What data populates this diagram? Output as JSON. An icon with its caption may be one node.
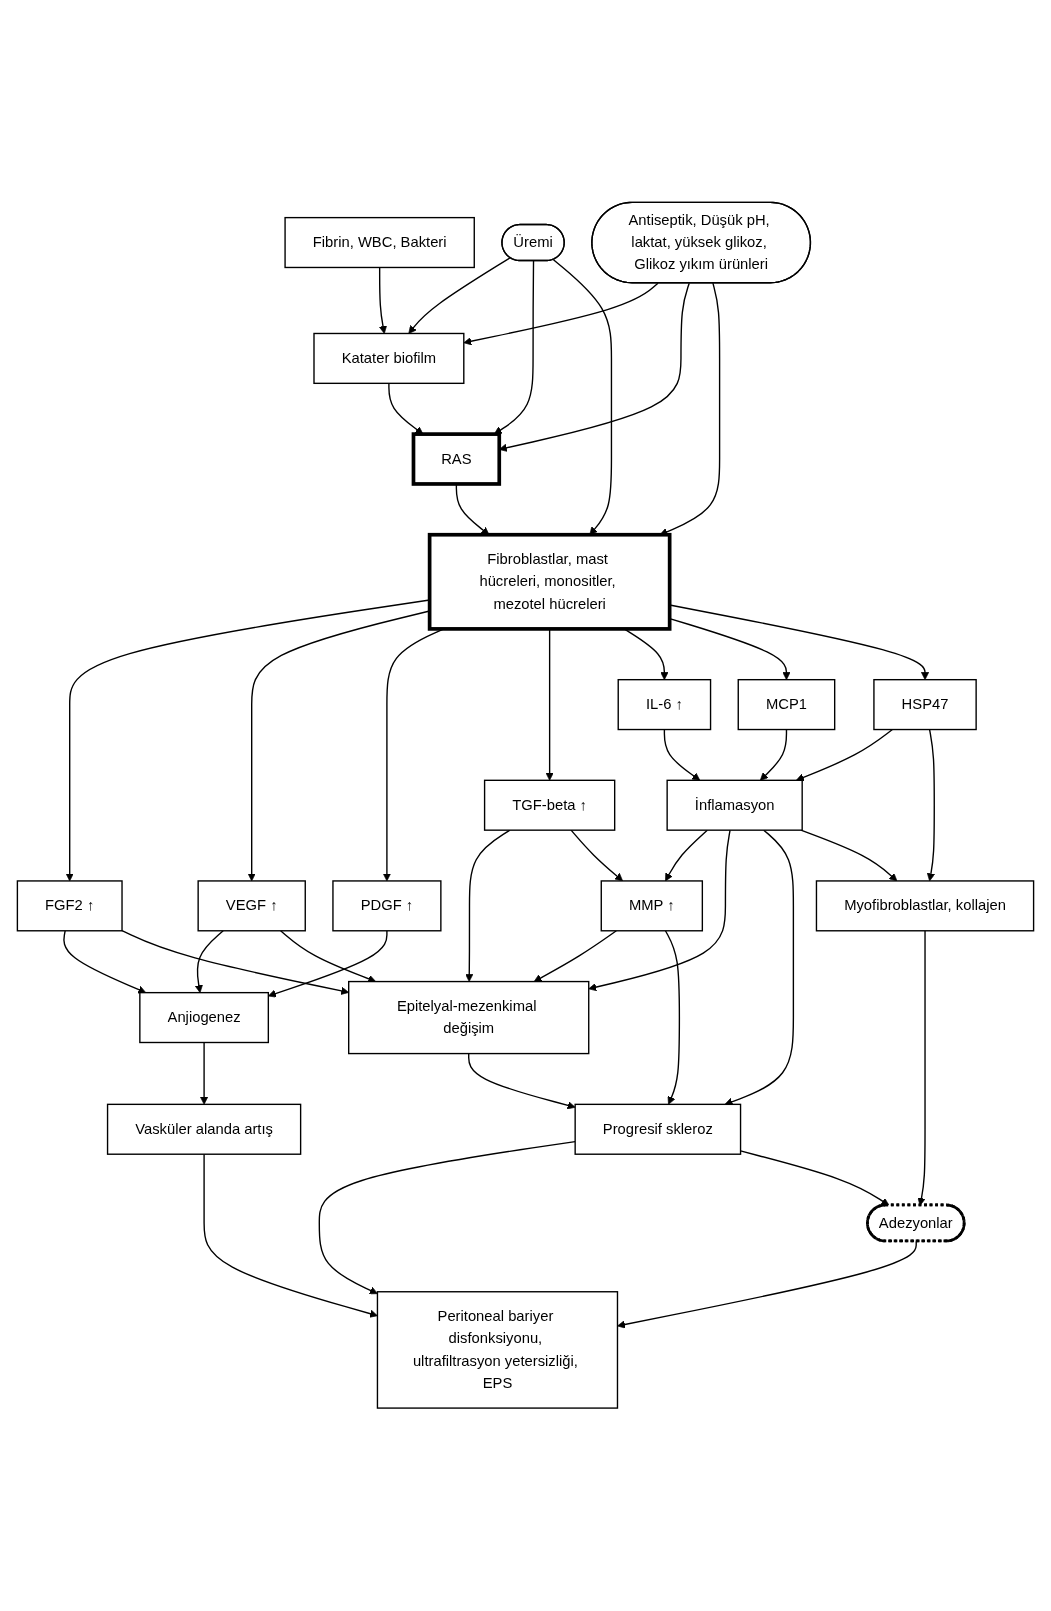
{
  "diagram": {
    "nodes": [
      {
        "text": [
          "Fibrin, WBC, Bakteri"
        ]
      },
      {
        "text": [
          "Katater biofilm"
        ]
      },
      {
        "text": [
          "Üremi"
        ]
      },
      {
        "text": [
          "Antiseptik, Düşük pH, laktat, yüksek glikoz, Glikoz yıkım ürünleri"
        ]
      },
      {
        "text": [
          "RAS"
        ]
      },
      {
        "text": [
          "Fibroblastlar, mast hücreleri, monositler, mezotel hücreleri"
        ]
      },
      {
        "text": [
          "FGF2 ↑"
        ]
      },
      {
        "text": [
          "TGF-beta ↑"
        ]
      },
      {
        "text": [
          "VEGF ↑"
        ]
      },
      {
        "text": [
          "IL-6 ↑"
        ]
      },
      {
        "text": [
          "PDGF ↑"
        ]
      },
      {
        "text": [
          "MCP1"
        ]
      },
      {
        "text": [
          "MMP ↑"
        ]
      },
      {
        "text": [
          "HSP47"
        ]
      },
      {
        "text": [
          "Anjiogenez"
        ]
      },
      {
        "text": [
          "Epitelyal-mezenkimal değişim"
        ]
      },
      {
        "text": [
          "İnflamasyon"
        ]
      },
      {
        "text": [
          "Vasküler alanda artış"
        ]
      },
      {
        "text": [
          "Progresif skleroz"
        ]
      },
      {
        "text": [
          "Myofibroblastlar, kollajen"
        ]
      },
      {
        "text": [
          "Adezyonlar"
        ]
      },
      {
        "text": [
          "Peritoneal bariyer disfonksiyonu, ultrafiltrasyon yetersizliği, EPS"
        ]
      }
    ],
    "edges": [
      {
        "from": 0,
        "to": 1,
        "arrow": "to"
      },
      {
        "from": 2,
        "to": 1,
        "arrow": "to"
      },
      {
        "from": 3,
        "to": 1,
        "arrow": "to"
      },
      {
        "from": 1,
        "to": 4,
        "arrow": "to"
      },
      {
        "from": 2,
        "to": 4,
        "arrow": "to"
      },
      {
        "from": 3,
        "to": 4,
        "arrow": "to"
      },
      {
        "from": 2,
        "to": 5,
        "arrow": "to"
      },
      {
        "from": 4,
        "to": 5,
        "arrow": "to"
      },
      {
        "from": 3,
        "to": 5,
        "arrow": "to"
      },
      {
        "from": 5,
        "to": 6,
        "arrow": "to"
      },
      {
        "from": 5,
        "to": 8,
        "arrow": "to"
      },
      {
        "from": 5,
        "to": 10,
        "arrow": "to"
      },
      {
        "from": 5,
        "to": 7,
        "arrow": "to"
      },
      {
        "from": 5,
        "to": 9,
        "arrow": "to"
      },
      {
        "from": 5,
        "to": 11,
        "arrow": "to"
      },
      {
        "from": 5,
        "to": 13,
        "arrow": "to"
      },
      {
        "from": 10,
        "to": 14,
        "arrow": "to"
      },
      {
        "from": 8,
        "to": 14,
        "arrow": "to"
      },
      {
        "from": 8,
        "to": 15,
        "arrow": "to"
      },
      {
        "from": 6,
        "to": 14,
        "arrow": "to"
      },
      {
        "from": 6,
        "to": 15,
        "arrow": "to"
      },
      {
        "from": 7,
        "to": 15,
        "arrow": "to"
      },
      {
        "from": 7,
        "to": 12,
        "arrow": "to"
      },
      {
        "from": 12,
        "to": 15,
        "arrow": "to"
      },
      {
        "from": 12,
        "to": 18,
        "arrow": "to"
      },
      {
        "from": 16,
        "to": 12,
        "arrow": "to"
      },
      {
        "from": 9,
        "to": 16,
        "arrow": "to"
      },
      {
        "from": 11,
        "to": 16,
        "arrow": "to"
      },
      {
        "from": 13,
        "to": 16,
        "arrow": "to"
      },
      {
        "from": 16,
        "to": 15,
        "arrow": "to"
      },
      {
        "from": 16,
        "to": 18,
        "arrow": "to"
      },
      {
        "from": 13,
        "to": 19,
        "arrow": "to"
      },
      {
        "from": 16,
        "to": 19,
        "arrow": "to"
      },
      {
        "from": 14,
        "to": 17,
        "arrow": "to"
      },
      {
        "from": 15,
        "to": 18,
        "arrow": "to"
      },
      {
        "from": 17,
        "to": 21,
        "arrow": "to"
      },
      {
        "from": 18,
        "to": 21,
        "arrow": "to"
      },
      {
        "from": 18,
        "to": 20,
        "arrow": "to"
      },
      {
        "from": 19,
        "to": 20,
        "arrow": "to"
      },
      {
        "from": 20,
        "to": 21,
        "arrow": "to"
      }
    ]
  }
}
